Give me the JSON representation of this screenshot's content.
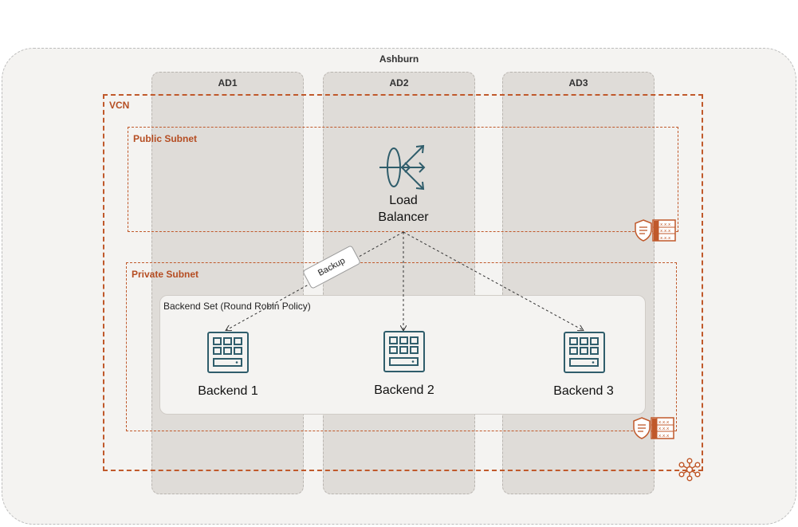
{
  "region": {
    "label": "Ashburn"
  },
  "availability_domains": [
    {
      "label": "AD1"
    },
    {
      "label": "AD2"
    },
    {
      "label": "AD3"
    }
  ],
  "vcn": {
    "label": "VCN"
  },
  "public_subnet": {
    "label": "Public Subnet"
  },
  "private_subnet": {
    "label": "Private Subnet"
  },
  "load_balancer": {
    "label_line1": "Load",
    "label_line2": "Balancer",
    "icon": "load-balancer-icon"
  },
  "backend_set": {
    "label": "Backend Set (Round Robin Policy)"
  },
  "backends": [
    {
      "label": "Backend 1",
      "icon": "compute-instance-icon"
    },
    {
      "label": "Backend 2",
      "icon": "compute-instance-icon"
    },
    {
      "label": "Backend 3",
      "icon": "compute-instance-icon"
    }
  ],
  "backup_link": {
    "label": "Backup"
  },
  "security_list": {
    "icon": "security-list-icon",
    "cell_text": "x.x.x"
  },
  "route_table": {
    "icon": "route-table-icon"
  },
  "vcn_icon": {
    "icon": "vcn-network-icon"
  },
  "colors": {
    "oracle_orange": "#c0592b",
    "teal": "#2f5d6b",
    "ad_fill": "#dfdcd8",
    "region_fill": "#f4f3f1"
  }
}
